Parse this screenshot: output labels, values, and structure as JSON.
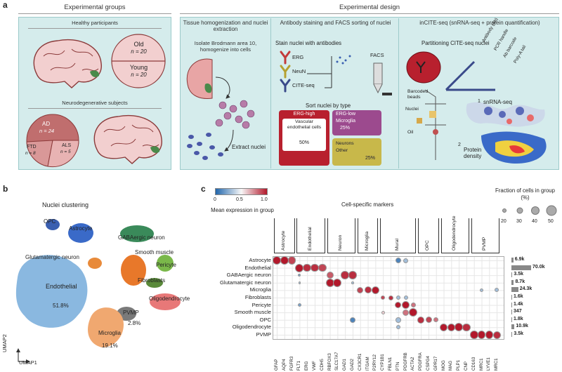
{
  "panel_a": {
    "letter": "a",
    "groups_header": "Experimental groups",
    "design_header": "Experimental design",
    "healthy": "Healthy participants",
    "old": "Old",
    "old_n": "n = 20",
    "young": "Young",
    "young_n": "n = 20",
    "neuro": "Neurodegenerative subjects",
    "ad": "AD",
    "ad_n": "n = 24",
    "ftd": "FTD",
    "ftd_n": "n = 8",
    "als": "ALS",
    "als_n": "n = 5",
    "step1_title": "Tissue homogenization and nuclei extraction",
    "step1_text": "Isolate Brodmann area 10, homogenize into cells",
    "extract": "Extract nuclei",
    "step2_title": "Antibody staining and FACS sorting of nuclei",
    "stain": "Stain nuclei with antibodies",
    "ab1": "ERG",
    "ab2": "NeuN",
    "ab3": "CITE-seq",
    "facs": "FACS",
    "sort": "Sort nuclei by type",
    "erg_high": "ERG-high",
    "vasc": "Vascular endothelial cells",
    "pct50": "50%",
    "erg_low": "ERG-low",
    "microglia": "Microglia",
    "pct25a": "25%",
    "neurons": "Neurons",
    "other": "Other",
    "pct25b": "25%",
    "step3_title": "inCITE-seq (snRNA-seq + protein quantification)",
    "partition": "Partitioning CITE-seq nuclei",
    "barcoded": "Barcoded beads",
    "nuclei": "Nuclei",
    "oil": "Oil",
    "ab": "Antibody (Ab)",
    "pcr": "PCR handle",
    "abbar": "Ab barcode",
    "polya": "Poly-A tail",
    "snrna": "snRNA-seq",
    "protein": "Protein density",
    "n1": "1",
    "n2": "2"
  },
  "panel_b": {
    "letter": "b",
    "title": "Nuclei clustering",
    "clusters": [
      "OPC",
      "Astrocyte",
      "GABAergic neuron",
      "Smooth muscle",
      "Glutamatergic neuron",
      "Pericyte",
      "Fibroblasts",
      "Endothelial",
      "Oligodendrocyte",
      "PVMP",
      "Microglia"
    ],
    "pct_endo": "51.8%",
    "pct_pvmp": "2.8%",
    "pct_micro": "19.1%",
    "umap1": "UMAP1",
    "umap2": "UMAP2"
  },
  "panel_c": {
    "letter": "c",
    "cbar_ticks": [
      "0",
      "0.5",
      "1.0"
    ],
    "cbar_label": "Mean expression in group",
    "markers_title": "Cell-specific markers",
    "size_title": "Fraction of cells in group (%)",
    "size_ticks": [
      "20",
      "30",
      "40",
      "50"
    ],
    "categories": [
      "Astrocyte",
      "Endothelial",
      "Neuron",
      "Microglia",
      "Mural",
      "OPC",
      "Oligodendrocyte",
      "PVMP"
    ],
    "genes": [
      "GFAP",
      "AQP4",
      "FGFR3",
      "FLT1",
      "ERG",
      "VWF",
      "CDH5",
      "RBFOX3",
      "SLC17A7",
      "GAD1",
      "GAD2",
      "CX3CR1",
      "ITGAM",
      "P2RY12",
      "CYP1B1",
      "FBLN1",
      "PTN",
      "PDGFRB",
      "ACTA2",
      "PDGFRA",
      "CSPG4",
      "GPR17",
      "MOG",
      "MAG",
      "PLP1",
      "CNP",
      "CD163",
      "MRC1",
      "LYVE1",
      "MRC1"
    ],
    "rows": [
      "Astrocyte",
      "Endothelial",
      "GABAergic neuron",
      "Glutamatergic neuron",
      "Microglia",
      "Fibroblasts",
      "Pericyte",
      "Smooth muscle",
      "OPC",
      "Oligodendrocyte",
      "PVMP"
    ],
    "counts": [
      "6.9k",
      "70.0k",
      "3.5k",
      "8.7k",
      "24.3k",
      "1.6k",
      "1.4k",
      "347",
      "1.8k",
      "10.9k",
      "3.5k"
    ]
  },
  "chart_data": {
    "type": "dotplot",
    "title": "Cell-specific markers",
    "cell_counts": [
      6900,
      70000,
      3500,
      8700,
      24300,
      1600,
      1400,
      347,
      1800,
      10900,
      3500
    ],
    "cell_types": [
      "Astrocyte",
      "Endothelial",
      "GABAergic neuron",
      "Glutamatergic neuron",
      "Microglia",
      "Fibroblasts",
      "Pericyte",
      "Smooth muscle",
      "OPC",
      "Oligodendrocyte",
      "PVMP"
    ],
    "color_scale": [
      "#2166ac",
      "#f7f7f7",
      "#b2182b"
    ],
    "color_range": [
      0,
      1.0
    ],
    "size_range": [
      20,
      50
    ]
  }
}
